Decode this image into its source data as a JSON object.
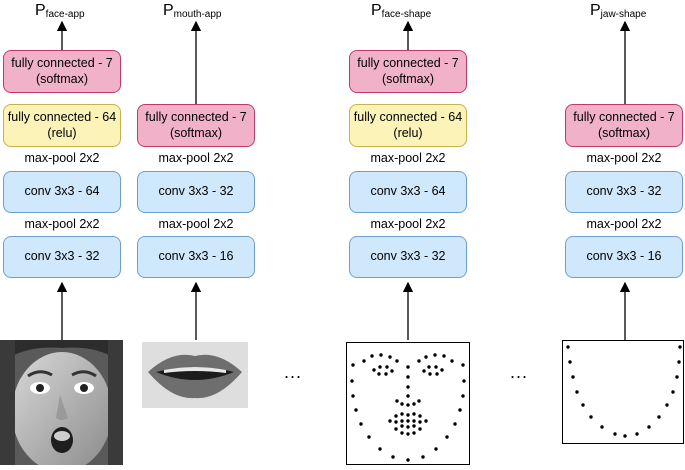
{
  "columns": [
    {
      "title_main": "P",
      "title_sub": "face-app",
      "layers": [
        {
          "text_lines": [
            "fully connected - 7",
            "(softmax)"
          ],
          "kind": "pink"
        },
        {
          "text_lines": [
            "fully connected - 64",
            "(relu)"
          ],
          "kind": "yellow"
        },
        {
          "pool": "max-pool 2x2"
        },
        {
          "text_lines": [
            "conv 3x3 - 64"
          ],
          "kind": "blue"
        },
        {
          "pool": "max-pool 2x2"
        },
        {
          "text_lines": [
            "conv 3x3 - 32"
          ],
          "kind": "blue"
        }
      ],
      "input": "face-photo"
    },
    {
      "title_main": "P",
      "title_sub": "mouth-app",
      "layers": [
        {
          "text_lines": [
            "fully connected - 7",
            "(softmax)"
          ],
          "kind": "pink"
        },
        {
          "pool": "max-pool 2x2"
        },
        {
          "text_lines": [
            "conv 3x3 - 32"
          ],
          "kind": "blue"
        },
        {
          "pool": "max-pool 2x2"
        },
        {
          "text_lines": [
            "conv 3x3 - 16"
          ],
          "kind": "blue"
        }
      ],
      "input": "mouth-photo"
    },
    {
      "title_main": "P",
      "title_sub": "face-shape",
      "layers": [
        {
          "text_lines": [
            "fully connected - 7",
            "(softmax)"
          ],
          "kind": "pink"
        },
        {
          "text_lines": [
            "fully connected - 64",
            "(relu)"
          ],
          "kind": "yellow"
        },
        {
          "pool": "max-pool 2x2"
        },
        {
          "text_lines": [
            "conv 3x3 - 64"
          ],
          "kind": "blue"
        },
        {
          "pool": "max-pool 2x2"
        },
        {
          "text_lines": [
            "conv 3x3 - 32"
          ],
          "kind": "blue"
        }
      ],
      "input": "face-landmarks"
    },
    {
      "title_main": "P",
      "title_sub": "jaw-shape",
      "layers": [
        {
          "text_lines": [
            "fully connected - 7",
            "(softmax)"
          ],
          "kind": "pink"
        },
        {
          "pool": "max-pool 2x2"
        },
        {
          "text_lines": [
            "conv 3x3 - 32"
          ],
          "kind": "blue"
        },
        {
          "pool": "max-pool 2x2"
        },
        {
          "text_lines": [
            "conv 3x3 - 16"
          ],
          "kind": "blue"
        }
      ],
      "input": "jaw-landmarks"
    }
  ],
  "ellipsis": "...",
  "colors": {
    "pink": "#f1b2c9",
    "yellow": "#fcf3b8",
    "blue": "#cfe8fb"
  }
}
